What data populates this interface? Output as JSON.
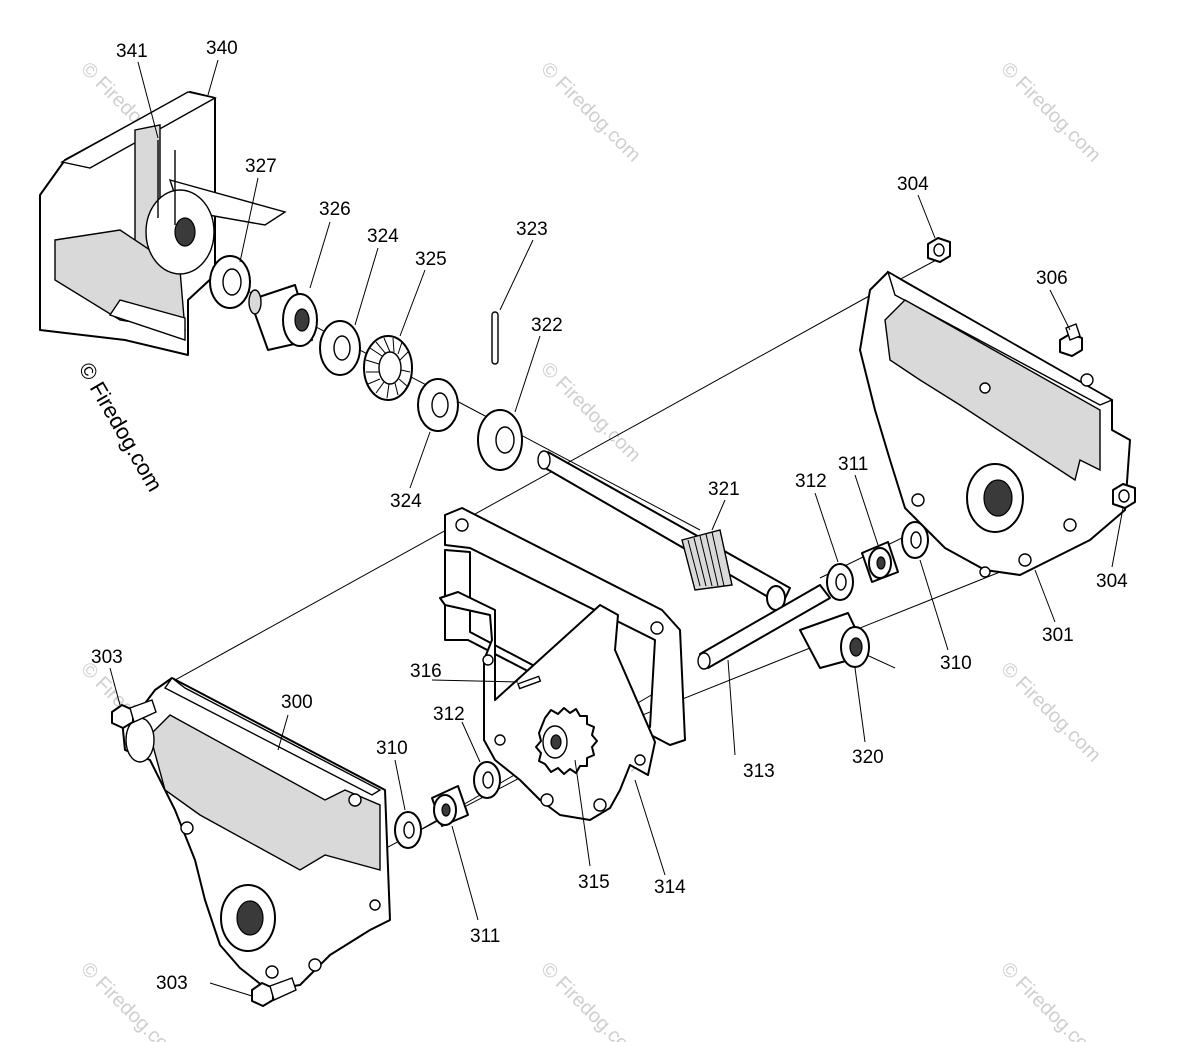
{
  "copyright": "© Firedog.com",
  "watermark_text": "© Firedog.com",
  "callouts": {
    "c341": "341",
    "c340": "340",
    "c327": "327",
    "c326": "326",
    "c324a": "324",
    "c325": "325",
    "c323": "323",
    "c322": "322",
    "c324b": "324",
    "c304a": "304",
    "c306": "306",
    "c321": "321",
    "c312a": "312",
    "c311a": "311",
    "c304b": "304",
    "c301": "301",
    "c310a": "310",
    "c303a": "303",
    "c300": "300",
    "c316": "316",
    "c312b": "312",
    "c310b": "310",
    "c313": "313",
    "c320": "320",
    "c314": "314",
    "c315": "315",
    "c311b": "311",
    "c303b": "303"
  }
}
